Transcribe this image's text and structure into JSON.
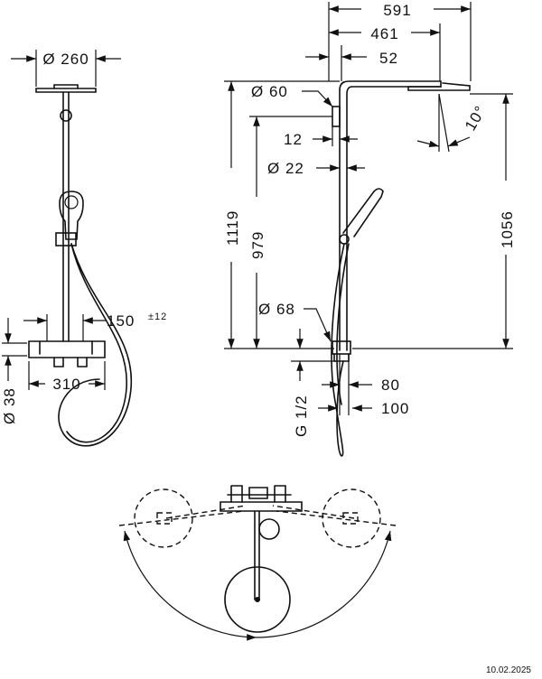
{
  "front_view": {
    "dia_top": "Ø 260",
    "spout_offset": "150",
    "spout_tolerance": "±12",
    "height_38": "Ø 38",
    "width_310": "310"
  },
  "side_view": {
    "top_591": "591",
    "top_461": "461",
    "top_52": "52",
    "dia_60": "Ø 60",
    "dim_12": "12",
    "dia_22": "Ø 22",
    "height_1119": "1119",
    "height_979": "979",
    "height_1056": "1056",
    "angle_10": "10°",
    "dia_68": "Ø 68",
    "thread": "G 1/2",
    "dim_80": "80",
    "dim_100": "100"
  },
  "footer": {
    "date": "10.02.2025"
  }
}
